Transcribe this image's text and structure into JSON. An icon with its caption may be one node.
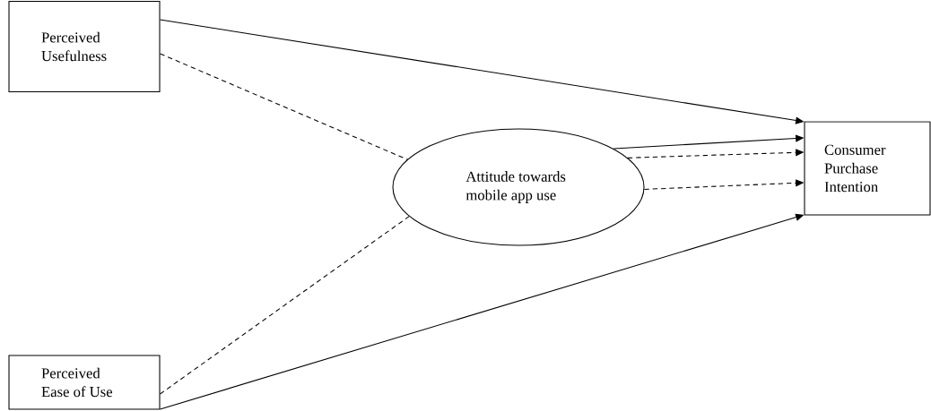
{
  "diagram": {
    "nodes": [
      {
        "text": [
          "Perceived Usefulness"
        ]
      },
      {
        "text": [
          "Perceived Ease of Use"
        ]
      },
      {
        "text": [
          "Attitude towards mobile app use"
        ]
      },
      {
        "text": [
          "Consumer Purchase Intention"
        ]
      }
    ],
    "edges": [
      {
        "from": 0,
        "to": 3,
        "arrow": "to"
      },
      {
        "from": 0,
        "to": 2,
        "arrow": "none",
        "style": "dashed"
      },
      {
        "from": 1,
        "to": 2,
        "arrow": "none",
        "style": "dashed"
      },
      {
        "from": 2,
        "to": 3,
        "arrow": "to"
      },
      {
        "from": 2,
        "to": 3,
        "arrow": "to",
        "style": "dashed"
      },
      {
        "from": 2,
        "to": 3,
        "arrow": "to",
        "style": "dashed"
      },
      {
        "from": 1,
        "to": 3,
        "arrow": "to"
      }
    ]
  }
}
